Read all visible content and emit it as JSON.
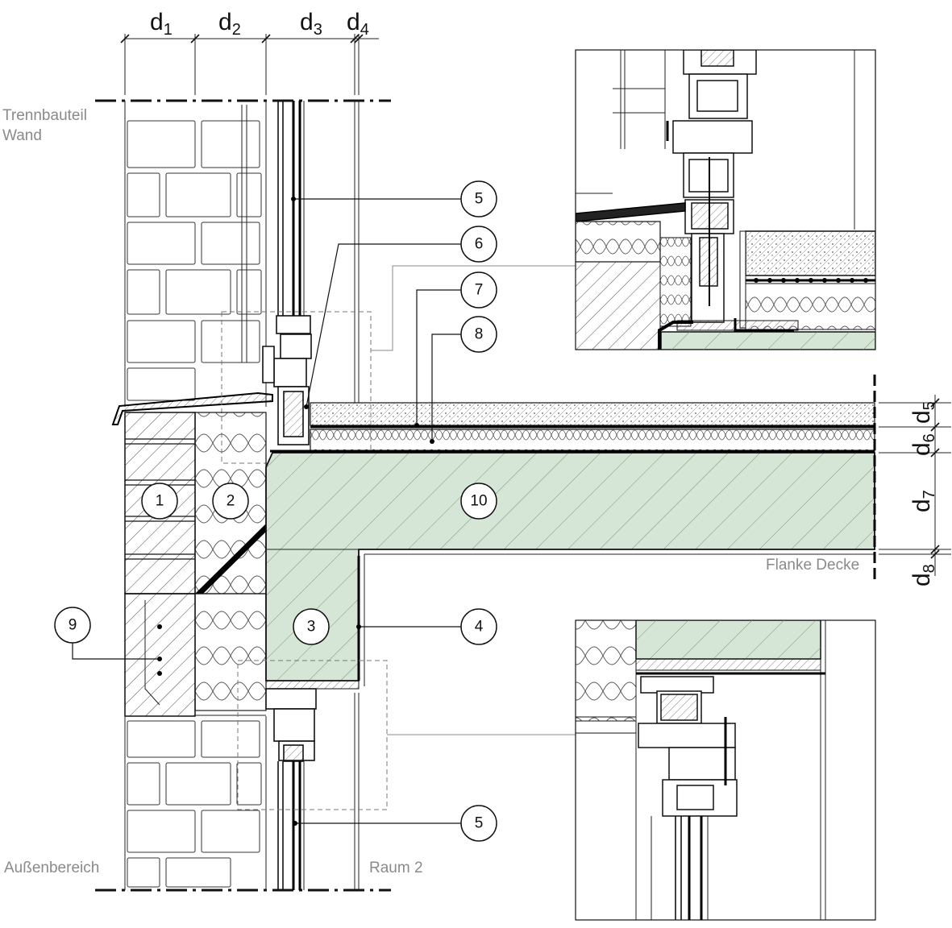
{
  "labels": {
    "trenn_line1": "Trennbauteil",
    "trenn_line2": "Wand",
    "aussen": "Außenbereich",
    "raum2": "Raum 2",
    "flanke": "Flanke Decke"
  },
  "dimensions": {
    "d1": {
      "base": "d",
      "sub": "1"
    },
    "d2": {
      "base": "d",
      "sub": "2"
    },
    "d3": {
      "base": "d",
      "sub": "3"
    },
    "d4": {
      "base": "d",
      "sub": "4"
    },
    "d5": {
      "base": "d",
      "sub": "5"
    },
    "d6": {
      "base": "d",
      "sub": "6"
    },
    "d7": {
      "base": "d",
      "sub": "7"
    },
    "d8": {
      "base": "d",
      "sub": "8"
    }
  },
  "callouts": {
    "c1": "1",
    "c2": "2",
    "c3": "3",
    "c4": "4",
    "c5a": "5",
    "c5b": "5",
    "c6": "6",
    "c7": "7",
    "c8": "8",
    "c9": "9",
    "c10": "10"
  },
  "colors": {
    "concrete_fill": "#d6e6d6",
    "line": "#111111",
    "label_gray": "#8a8a8a"
  }
}
